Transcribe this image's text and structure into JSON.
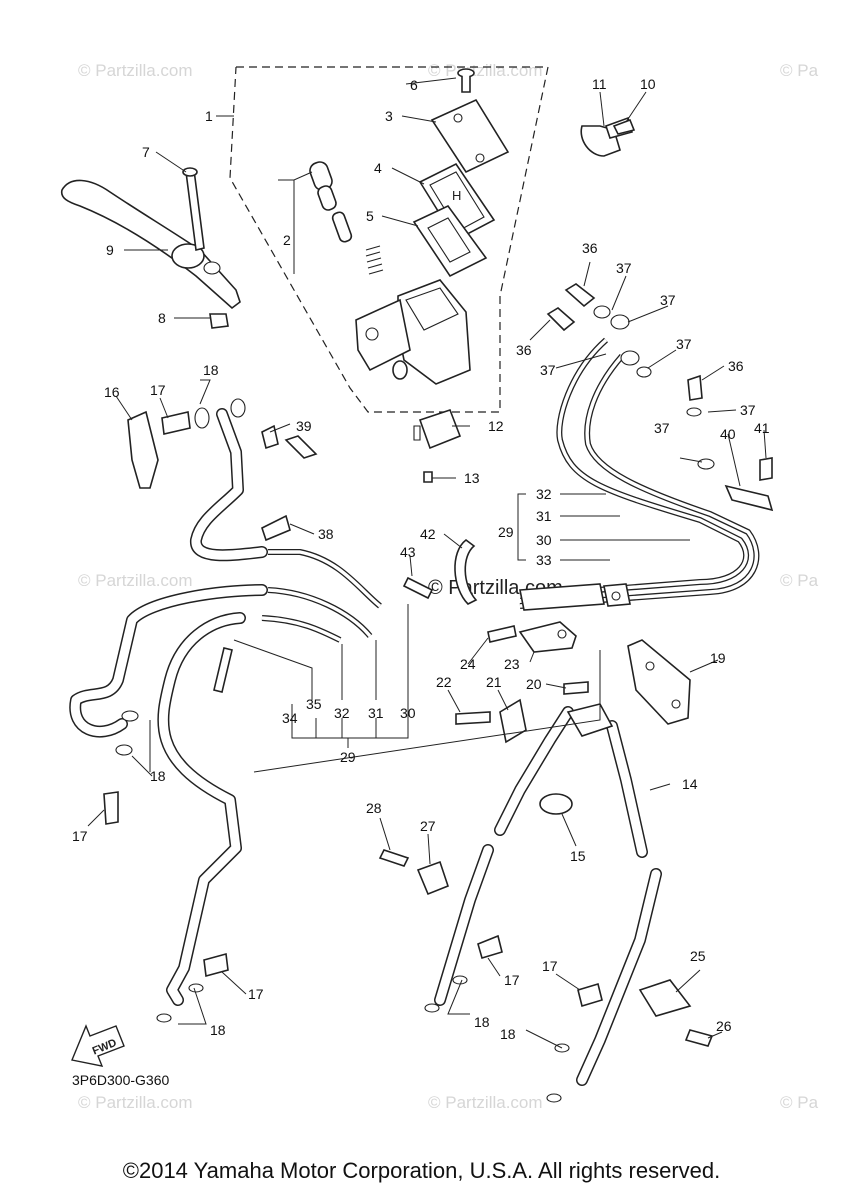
{
  "diagram_code": "3P6D300-G360",
  "copyright": "©2014 Yamaha Motor Corporation, U.S.A. All rights reserved.",
  "watermark": {
    "text": "© Partzilla.com",
    "edge_text": "© Pa"
  },
  "fwd_label": "FWD",
  "callouts": [
    "1",
    "2",
    "3",
    "4",
    "5",
    "6",
    "7",
    "8",
    "9",
    "10",
    "11",
    "12",
    "13",
    "14",
    "15",
    "16",
    "17",
    "18",
    "19",
    "20",
    "21",
    "22",
    "23",
    "24",
    "25",
    "26",
    "27",
    "28",
    "29",
    "30",
    "31",
    "32",
    "33",
    "34",
    "35",
    "36",
    "37",
    "38",
    "39",
    "40",
    "41",
    "42",
    "43"
  ],
  "repeat_labels": {
    "n17": "17",
    "n18": "18",
    "n29": "29",
    "n30": "30",
    "n31": "31",
    "n32": "32",
    "n36": "36",
    "n37": "37"
  }
}
